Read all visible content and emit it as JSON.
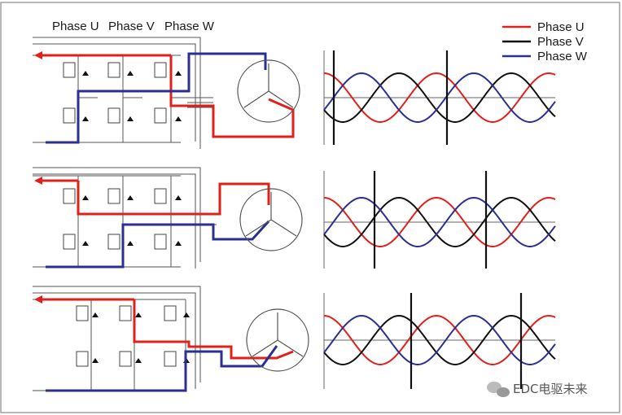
{
  "phase_headers": [
    "Phase U",
    "Phase V",
    "Phase W"
  ],
  "legend": [
    {
      "label": "Phase U",
      "color": "#e0201b"
    },
    {
      "label": "Phase V",
      "color": "#111111"
    },
    {
      "label": "Phase W",
      "color": "#2b2f92"
    }
  ],
  "colors": {
    "phase_u": "#e0201b",
    "phase_v": "#111111",
    "phase_w": "#2b2f92",
    "wiring": "#555555",
    "frame": "#888888"
  },
  "icons": [
    "igbt-switch-icon",
    "diode-icon",
    "motor-winding-icon",
    "wechat-icon"
  ],
  "watermark": "EDC电驱未来"
}
